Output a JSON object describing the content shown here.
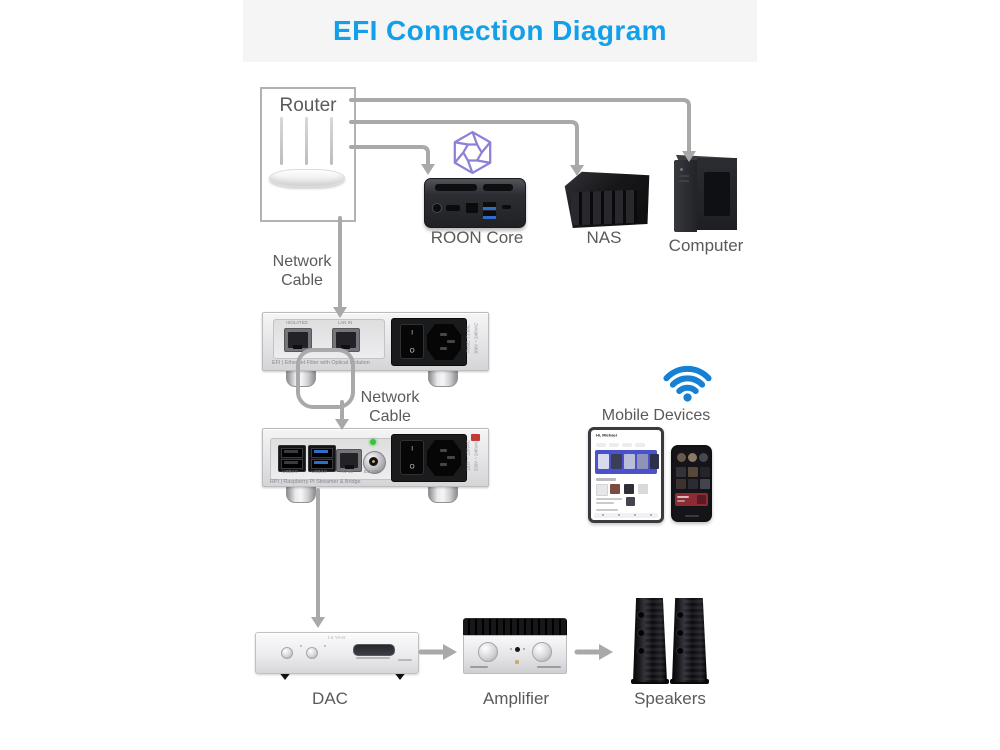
{
  "title": "EFI Connection Diagram",
  "colors": {
    "title_blue": "#12a0e8",
    "wire_gray": "#a9a9a9",
    "label_gray": "#5a5a5a",
    "wifi_blue": "#1480d6",
    "roon_purple": "#8c81d8"
  },
  "router": {
    "label": "Router"
  },
  "roon_core": {
    "label": "ROON Core"
  },
  "nas": {
    "label": "NAS"
  },
  "computer": {
    "label": "Computer"
  },
  "cable_top": {
    "line1": "Network",
    "line2": "Cable"
  },
  "cable_mid": {
    "line1": "Network",
    "line2": "Cable"
  },
  "power": {
    "on": "I",
    "off": "O"
  },
  "efi_box": {
    "port1": "ISOLATED",
    "port2": "LAN IN",
    "caption": "EFI  |  Ethernet Filter with Optical Isolation",
    "fuse": "FUSE: T1.6AL",
    "voltage": "100V ~ 240VAC"
  },
  "rpi_box": {
    "port1": "USB2.0",
    "port2": "USB3.0",
    "port3": "RJ-45",
    "port4": "Ext 10M",
    "caption": "RPI  |  Raspberry Pi Streamer & Bridge",
    "voltage1": "110V ~ 120VAC",
    "voltage2": "220V ~ 240VAC"
  },
  "mobile": {
    "label": "Mobile Devices",
    "tablet_greeting": "Hi, Michael"
  },
  "dac": {
    "label": "DAC",
    "brand": "La Voce"
  },
  "amplifier": {
    "label": "Amplifier"
  },
  "speakers": {
    "label": "Speakers"
  }
}
